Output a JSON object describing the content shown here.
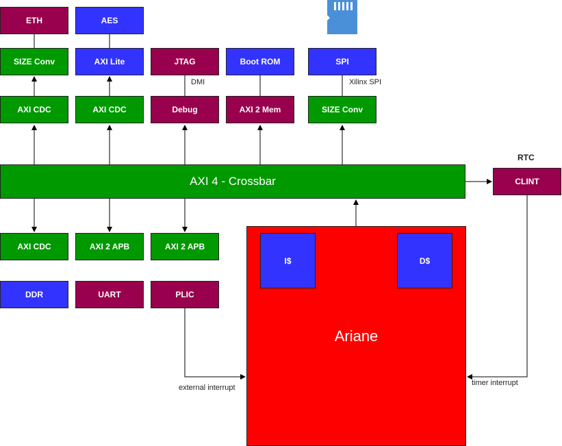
{
  "top_row": {
    "eth": "ETH",
    "aes": "AES",
    "sd_icon": "sd-card-icon"
  },
  "row2": {
    "size_conv_left": "SIZE Conv",
    "axi_lite": "AXI Lite",
    "jtag": "JTAG",
    "boot_rom": "Boot ROM",
    "spi": "SPI"
  },
  "row3": {
    "axi_cdc_1": "AXI CDC",
    "axi_cdc_2": "AXI CDC",
    "debug": "Debug",
    "axi2mem": "AXI 2 Mem",
    "size_conv_right": "SIZE Conv"
  },
  "labels": {
    "dmi": "DMI",
    "xilinx_spi": "Xilinx SPI",
    "rtc": "RTC",
    "external_interrupt": "external interrupt",
    "timer_interrupt": "timer interrupt"
  },
  "crossbar": "AXI 4 - Crossbar",
  "clint": "CLINT",
  "lower_row1": {
    "axi_cdc": "AXI CDC",
    "axi2apb_1": "AXI 2 APB",
    "axi2apb_2": "AXI 2 APB"
  },
  "lower_row2": {
    "ddr": "DDR",
    "uart": "UART",
    "plic": "PLIC"
  },
  "ariane": {
    "title": "Ariane",
    "icache": "I$",
    "dcache": "D$"
  },
  "colors": {
    "purple": "#99004d",
    "blue": "#3333ff",
    "green": "#009900",
    "red": "#ff0000",
    "sd_card": "#4a90d9"
  }
}
